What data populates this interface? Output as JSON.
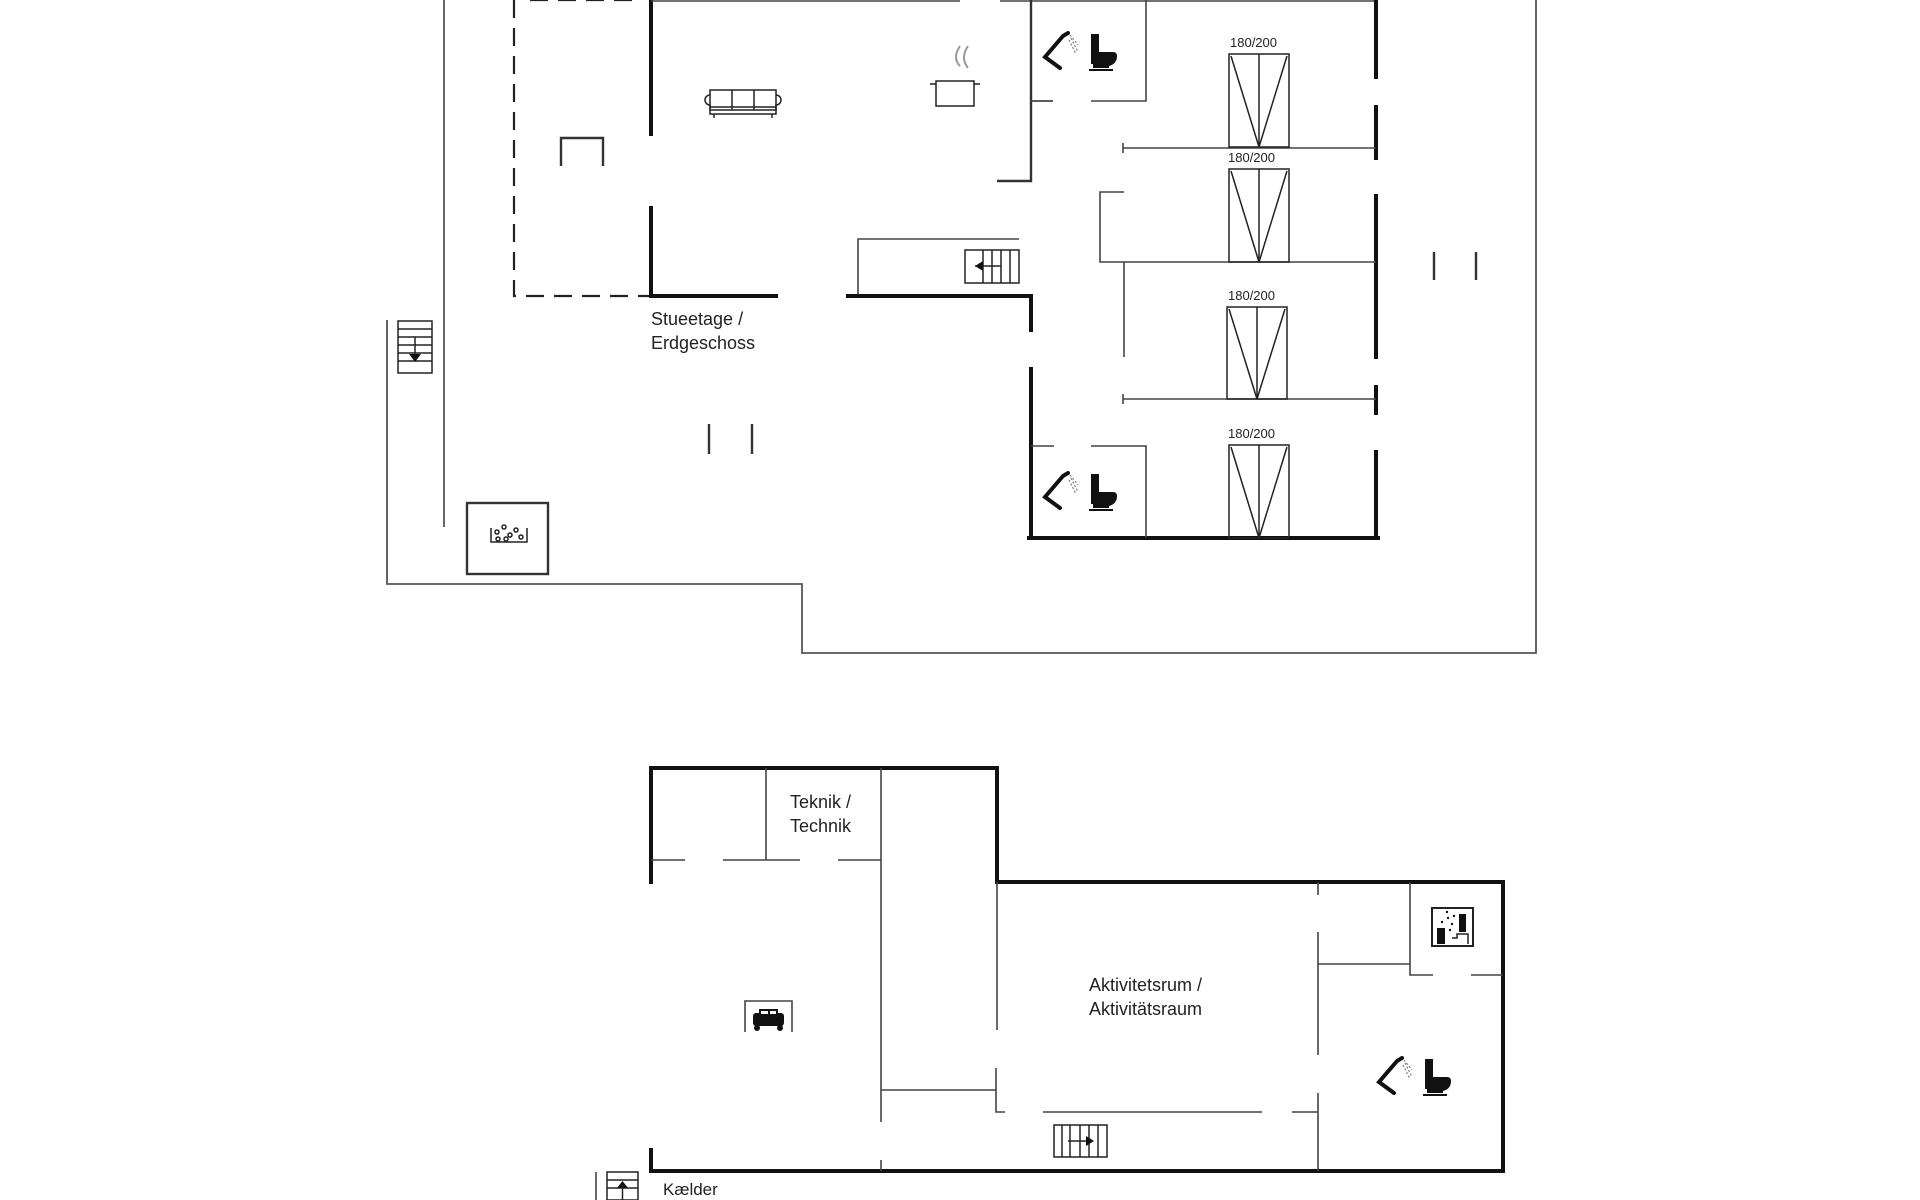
{
  "floorplan": {
    "floors": [
      {
        "id": "ground",
        "label": "Stueetage /\nErdgeschoss",
        "beds": [
          {
            "label": "180/200"
          },
          {
            "label": "180/200"
          },
          {
            "label": "180/200"
          },
          {
            "label": "180/200"
          }
        ],
        "icons": [
          "sofa-icon",
          "cooking-pot-icon",
          "shower-icon",
          "toilet-icon",
          "shower-icon",
          "toilet-icon",
          "stairs-icon",
          "stairs-down-icon",
          "hot-tub-icon"
        ]
      },
      {
        "id": "basement",
        "label": "Kælder",
        "rooms": [
          {
            "label": "Teknik /\nTechnik"
          },
          {
            "label": "Aktivitetsrum /\nAktivitätsraum"
          }
        ],
        "icons": [
          "garage-car-icon",
          "sauna-icon",
          "shower-icon",
          "toilet-icon",
          "stairs-icon",
          "stairs-up-icon"
        ]
      }
    ]
  }
}
